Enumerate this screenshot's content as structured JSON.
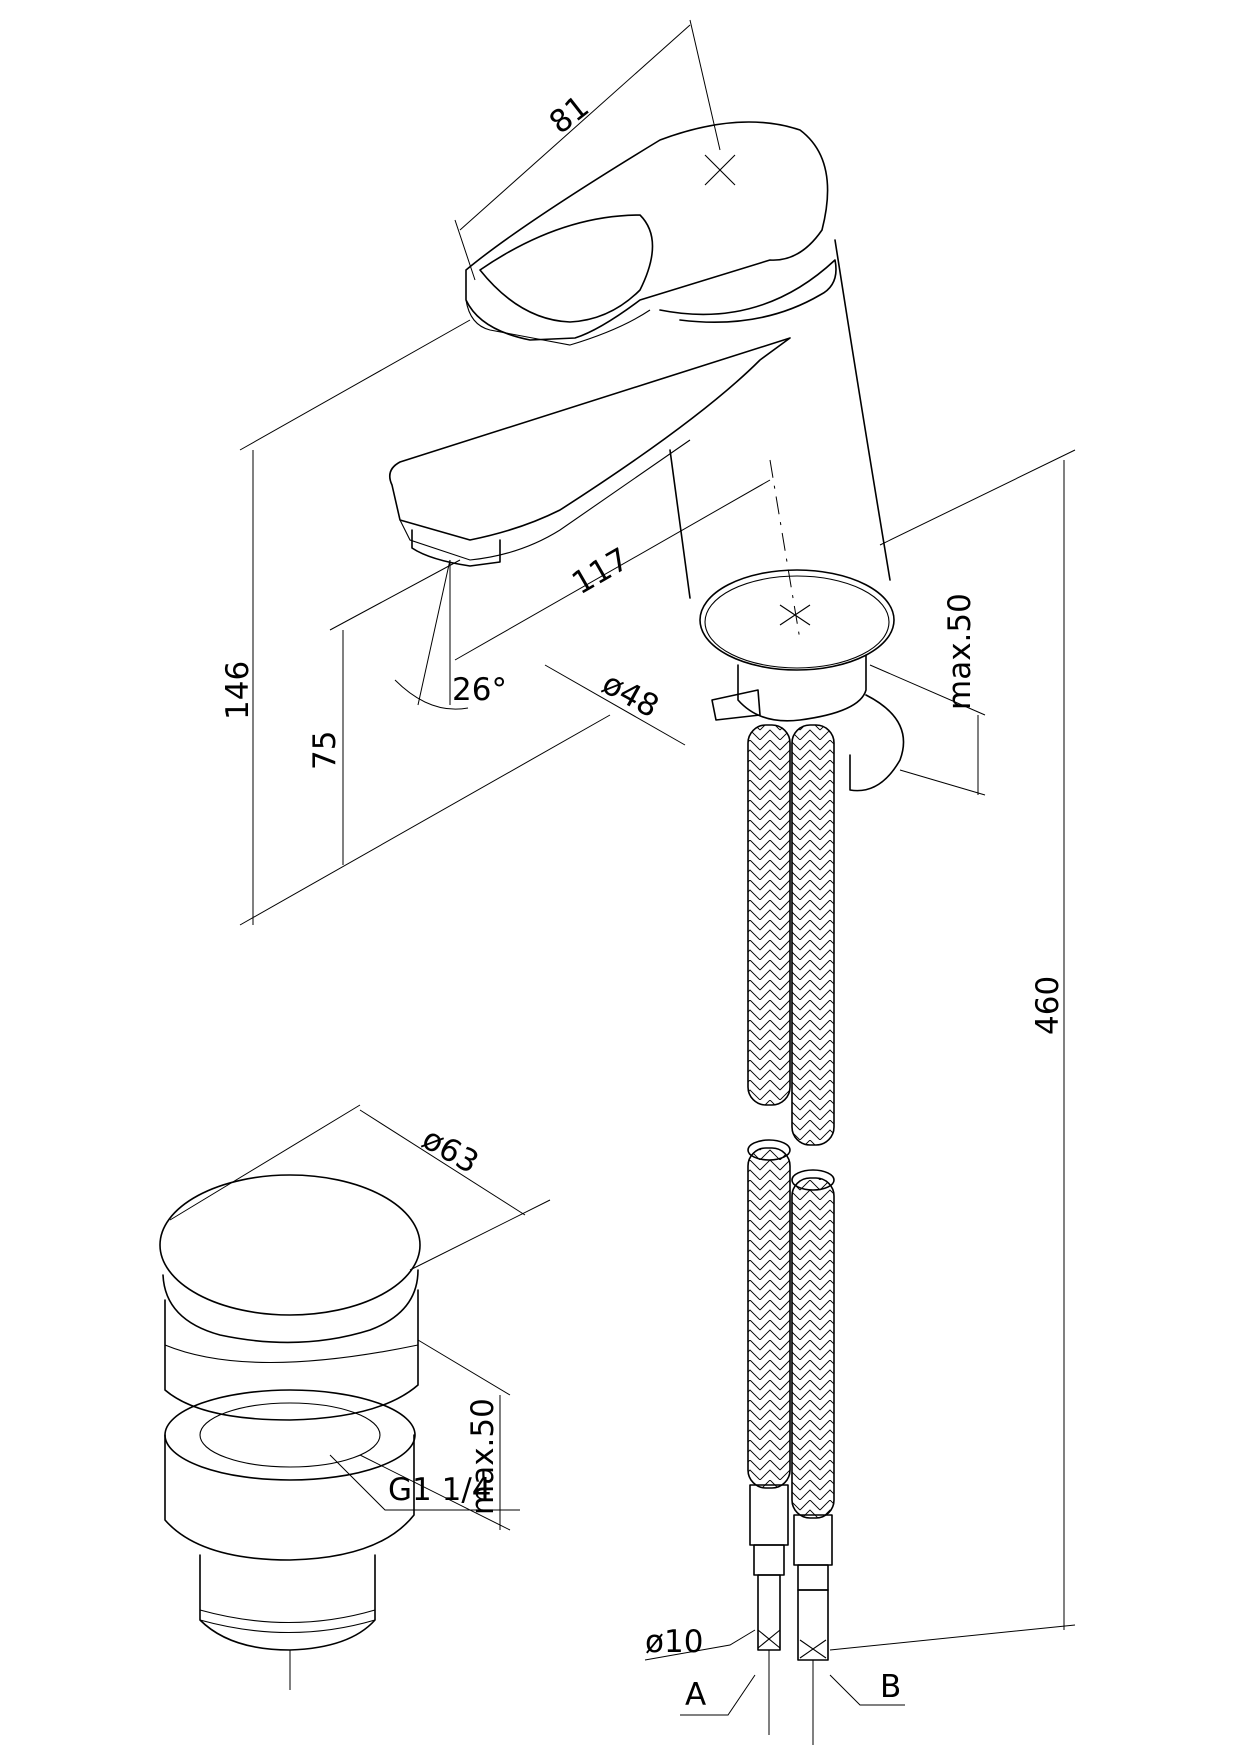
{
  "drawing": {
    "faucet": {
      "handle_width": "81",
      "total_height": "146",
      "spout_height": "75",
      "spout_reach": "117",
      "spout_angle": "26°",
      "base_diameter": "ø48",
      "mount_thickness": "max.50",
      "hose_length": "460",
      "hose_diameter": "ø10",
      "connection_a": "A",
      "connection_b": "B"
    },
    "drain": {
      "cap_diameter": "ø63",
      "mount_thickness": "max.50",
      "thread": "G1 1/4"
    }
  }
}
